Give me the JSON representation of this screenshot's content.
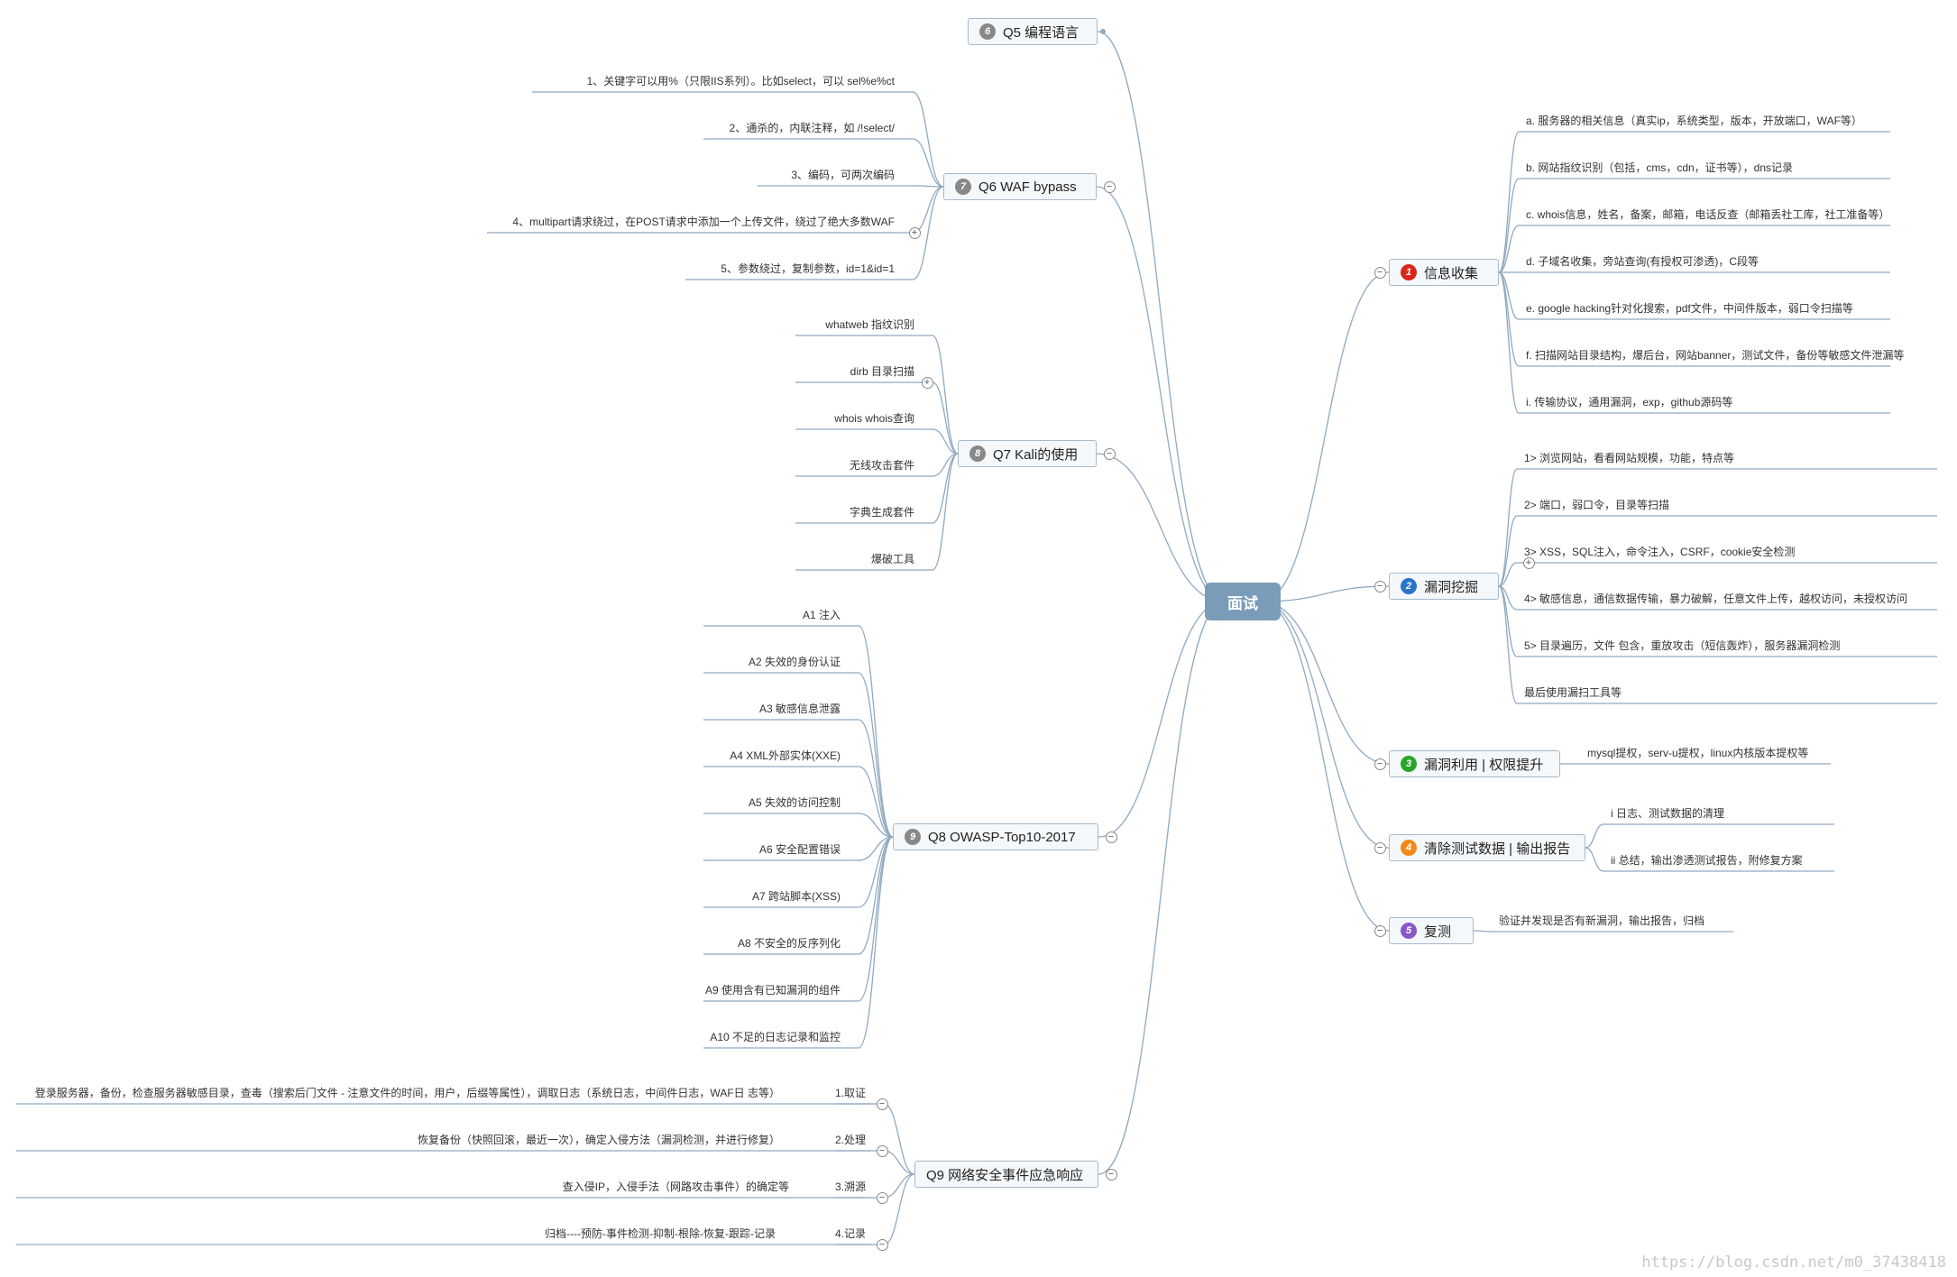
{
  "center": {
    "label": "面试"
  },
  "colors": {
    "line": "#8fa9c0",
    "center": "#7a9cb8",
    "b1": "#d9261c",
    "b2": "#2b74c9",
    "b3": "#2aa52a",
    "b4": "#f08a1d",
    "b5": "#8a56c8",
    "bgray": "#888888"
  },
  "right": [
    {
      "num": "1",
      "label": "信息收集",
      "badge": "b1",
      "leaves": [
        "a. 服务器的相关信息（真实ip，系统类型，版本，开放端口，WAF等）",
        "b. 网站指纹识别（包括，cms，cdn，证书等），dns记录",
        "c. whois信息，姓名，备案，邮箱，电话反查（邮箱丢社工库，社工准备等）",
        "d. 子域名收集，旁站查询(有授权可渗透)，C段等",
        "e. google hacking针对化搜索，pdf文件，中间件版本，弱口令扫描等",
        "f. 扫描网站目录结构，爆后台，网站banner，测试文件，备份等敏感文件泄漏等",
        "i. 传输协议，通用漏洞，exp，github源码等"
      ]
    },
    {
      "num": "2",
      "label": "漏洞挖掘",
      "badge": "b2",
      "leaves": [
        "1> 浏览网站，看看网站规模，功能，特点等",
        "2> 端口，弱口令，目录等扫描",
        "3> XSS，SQL注入，命令注入，CSRF，cookie安全检测",
        "4> 敏感信息，通信数据传输，暴力破解，任意文件上传，越权访问，未授权访问",
        "5> 目录遍历，文件 包含，重放攻击（短信轰炸），服务器漏洞检测",
        "最后使用漏扫工具等"
      ]
    },
    {
      "num": "3",
      "label": "漏洞利用 | 权限提升",
      "badge": "b3",
      "leaves": [
        "mysql提权，serv-u提权，linux内核版本提权等"
      ]
    },
    {
      "num": "4",
      "label": "清除测试数据 | 输出报告",
      "badge": "b4",
      "leaves": [
        "i 日志、测试数据的清理",
        "ii 总结，输出渗透测试报告，附修复方案"
      ]
    },
    {
      "num": "5",
      "label": "复测",
      "badge": "b5",
      "leaves": [
        "验证并发现是否有新漏洞，输出报告，归档"
      ]
    }
  ],
  "left": [
    {
      "num": "6",
      "label": "Q5 编程语言",
      "leaves": []
    },
    {
      "num": "7",
      "label": "Q6 WAF bypass",
      "leaves": [
        "1、关键字可以用%（只限IIS系列）。比如select，可以 sel%e%ct",
        "2、通杀的，内联注释，如 /!select/",
        "3、编码，可两次编码",
        "4、multipart请求绕过，在POST请求中添加一个上传文件，绕过了绝大多数WAF",
        "5、参数绕过，复制参数，id=1&id=1"
      ]
    },
    {
      "num": "8",
      "label": "Q7 Kali的使用",
      "leaves": [
        "whatweb 指纹识别",
        "dirb 目录扫描",
        "whois whois查询",
        "无线攻击套件",
        "字典生成套件",
        "爆破工具"
      ]
    },
    {
      "num": "9",
      "label": "Q8 OWASP-Top10-2017",
      "leaves": [
        "A1 注入",
        "A2 失效的身份认证",
        "A3 敏感信息泄露",
        "A4 XML外部实体(XXE)",
        "A5 失效的访问控制",
        "A6 安全配置错误",
        "A7 跨站脚本(XSS)",
        "A8 不安全的反序列化",
        "A9 使用含有已知漏洞的组件",
        "A10 不足的日志记录和监控"
      ]
    },
    {
      "num": "",
      "label": "Q9 网络安全事件应急响应",
      "leaves": [
        "1.取证",
        "2.处理",
        "3.溯源",
        "4.记录"
      ]
    }
  ],
  "q9_details": [
    "登录服务器，备份，检查服务器敏感目录，查毒（搜索后门文件 - 注意文件的时间，用户，后缀等属性），调取日志（系统日志，中间件日志，WAF日 志等）",
    "恢复备份（快照回滚，最近一次），确定入侵方法（漏洞检测，并进行修复）",
    "查入侵IP，入侵手法（网路攻击事件）的确定等",
    "归档----预防-事件检测-抑制-根除-恢复-跟踪-记录"
  ],
  "watermark": "https://blog.csdn.net/m0_37438418"
}
